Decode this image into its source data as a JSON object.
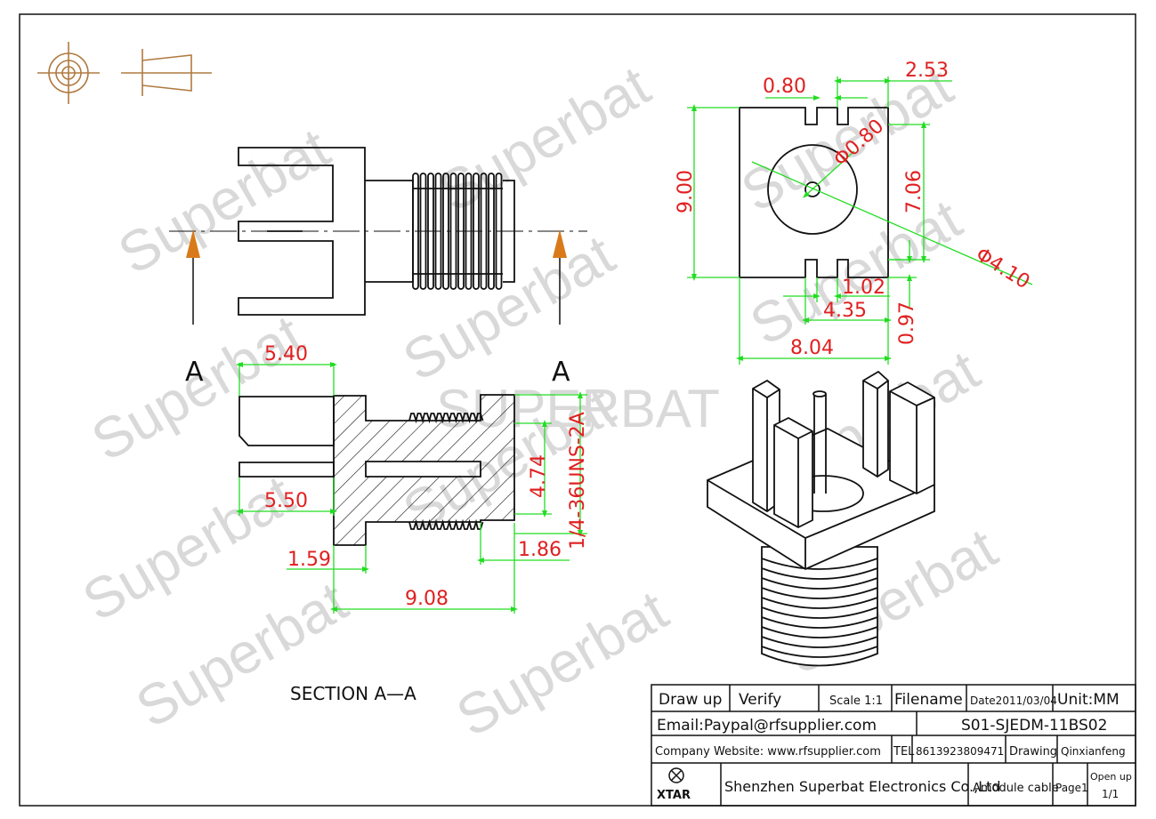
{
  "watermark": {
    "text": "Superbat",
    "center_text": "SUPERBAT"
  },
  "colors": {
    "outline": "#111111",
    "dimension_text": "#e02020",
    "dimension_line": "#22dd22",
    "arrow": "#d97a1a",
    "symbol": "#b07a40",
    "watermark": "#d9d9d9"
  },
  "section_marks": {
    "left": "A",
    "right": "A",
    "caption": "SECTION A—A"
  },
  "dimensions_section": {
    "d540": "5.40",
    "d550": "5.50",
    "d159": "1.59",
    "d908": "9.08",
    "d186": "1.86",
    "d474": "4.74",
    "thread": "1/4-36UNS-2A"
  },
  "dimensions_top": {
    "d080": "0.80",
    "d253": "2.53",
    "phi080": "Φ0.80",
    "d900": "9.00",
    "d706": "7.06",
    "phi410": "Φ4.10",
    "d102": "1.02",
    "d435": "4.35",
    "d097": "0.97",
    "d804": "8.04"
  },
  "title_block": {
    "draw_up": "Draw up",
    "verify": "Verify",
    "scale": "Scale 1:1",
    "filename_label": "Filename",
    "date": "Date2011/03/04",
    "unit": "Unit:MM",
    "email": "Email:Paypal@rfsupplier.com",
    "filename": "S01-SJEDM-11BS02",
    "website": "Company Website:  www.rfsupplier.com",
    "tel_label": "TEL",
    "tel": "8613923809471",
    "drawing_label": "Drawing",
    "drawer": "Qinxianfeng",
    "logo": "XTAR",
    "company": "Shenzhen Superbat Electronics Co.,Ltd",
    "product": "Amodule cable",
    "page": "Page1",
    "open_up": "Open up",
    "sheet": "1/1"
  }
}
